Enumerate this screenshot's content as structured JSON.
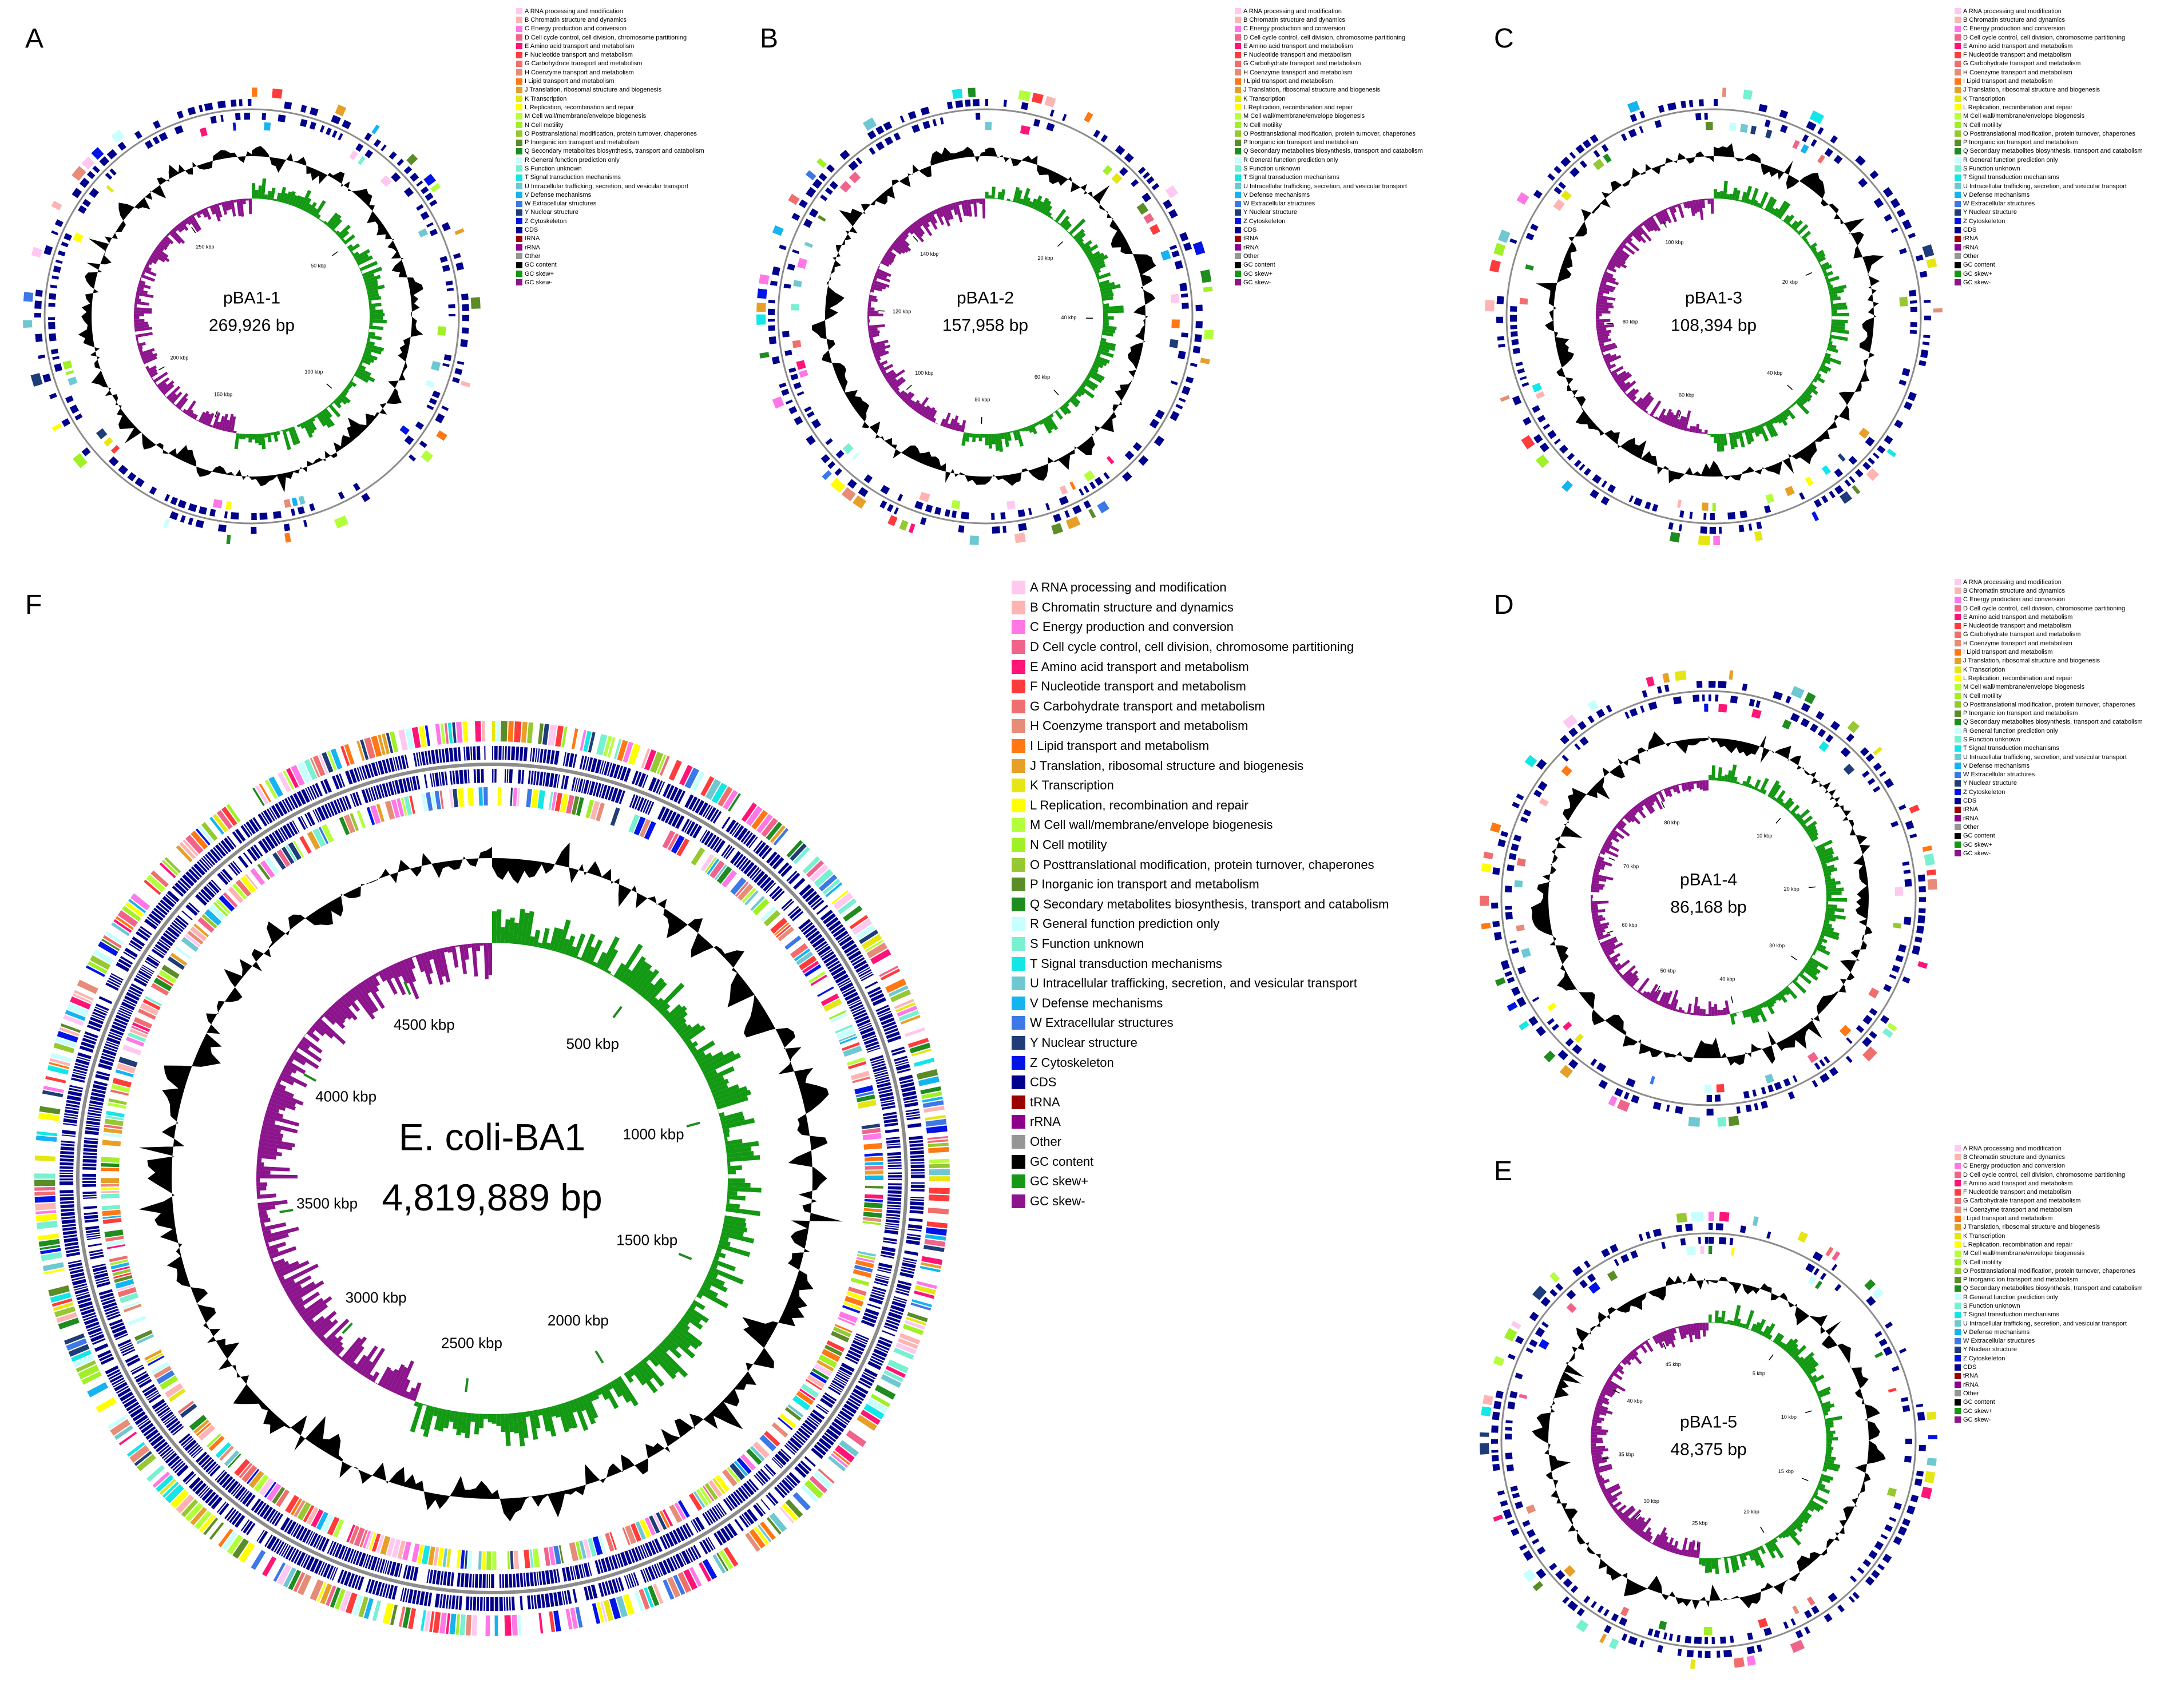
{
  "legend_items": [
    {
      "label": "A RNA processing and modification",
      "color": "#ffc8f0"
    },
    {
      "label": "B Chromatin structure and dynamics",
      "color": "#ffb4b4"
    },
    {
      "label": "C Energy production and conversion",
      "color": "#ff78e6"
    },
    {
      "label": "D Cell cycle control, cell division, chromosome partitioning",
      "color": "#f0648c"
    },
    {
      "label": "E Amino acid transport and metabolism",
      "color": "#ff1478"
    },
    {
      "label": "F Nucleotide transport and metabolism",
      "color": "#ff3c3c"
    },
    {
      "label": "G Carbohydrate transport and metabolism",
      "color": "#f06e6e"
    },
    {
      "label": "H Coenzyme transport and metabolism",
      "color": "#e68c78"
    },
    {
      "label": "I Lipid transport and metabolism",
      "color": "#ff7814"
    },
    {
      "label": "J Translation, ribosomal structure and biogenesis",
      "color": "#e6a028"
    },
    {
      "label": "K Transcription",
      "color": "#e6e614"
    },
    {
      "label": "L Replication, recombination and repair",
      "color": "#ffff00"
    },
    {
      "label": "M Cell wall/membrane/envelope biogenesis",
      "color": "#b4ff3c"
    },
    {
      "label": "N Cell motility",
      "color": "#a0f028"
    },
    {
      "label": "O Posttranslational modification, protein turnover, chaperones",
      "color": "#96c832"
    },
    {
      "label": "P Inorganic ion transport and metabolism",
      "color": "#5a8c28"
    },
    {
      "label": "Q Secondary metabolites biosynthesis, transport and catabolism",
      "color": "#1e8c1e"
    },
    {
      "label": "R General function prediction only",
      "color": "#c8ffff"
    },
    {
      "label": "S Function unknown",
      "color": "#78f0d2"
    },
    {
      "label": "T Signal transduction mechanisms",
      "color": "#14e6e6"
    },
    {
      "label": "U Intracellular trafficking, secretion, and vesicular transport",
      "color": "#6ec8d2"
    },
    {
      "label": "V Defense mechanisms",
      "color": "#14b4f0"
    },
    {
      "label": "W Extracellular structures",
      "color": "#3c78e6"
    },
    {
      "label": "Y Nuclear structure",
      "color": "#1e3c78"
    },
    {
      "label": "Z Cytoskeleton",
      "color": "#0014e6"
    },
    {
      "label": "CDS",
      "color": "#00008c"
    },
    {
      "label": "tRNA",
      "color": "#9b0000"
    },
    {
      "label": "rRNA",
      "color": "#8c008c"
    },
    {
      "label": "Other",
      "color": "#969696"
    },
    {
      "label": "GC content",
      "color": "#000000"
    },
    {
      "label": "GC skew+",
      "color": "#139913"
    },
    {
      "label": "GC skew-",
      "color": "#8c148c"
    }
  ],
  "panels": [
    {
      "letter": "A",
      "name": "pBA1-1",
      "size": "269,926 bp",
      "ticks": [
        "250 kbp",
        "50 kbp",
        "200 kbp",
        "100 kbp",
        "150 kbp"
      ],
      "tick_degrees": [
        326,
        53,
        240,
        132,
        200
      ],
      "seed": 11
    },
    {
      "letter": "B",
      "name": "pBA1-2",
      "size": "157,958 bp",
      "ticks": [
        "140 kbp",
        "20 kbp",
        "120 kbp",
        "40 kbp",
        "100 kbp",
        "60 kbp",
        "80 kbp"
      ],
      "tick_degrees": [
        318,
        46,
        273,
        91,
        227,
        137,
        182
      ],
      "seed": 23
    },
    {
      "letter": "C",
      "name": "pBA1-3",
      "size": "108,394 bp",
      "ticks": [
        "100 kbp",
        "20 kbp",
        "80 kbp",
        "40 kbp",
        "60 kbp"
      ],
      "tick_degrees": [
        332,
        66,
        266,
        133,
        199
      ],
      "seed": 37
    },
    {
      "letter": "D",
      "name": "pBA1-4",
      "size": "86,168 bp",
      "ticks": [
        "80 kbp",
        "10 kbp",
        "70 kbp",
        "20 kbp",
        "60 kbp",
        "30 kbp",
        "50 kbp",
        "40 kbp"
      ],
      "tick_degrees": [
        334,
        42,
        292,
        84,
        251,
        125,
        209,
        167
      ],
      "seed": 41
    },
    {
      "letter": "E",
      "name": "pBA1-5",
      "size": "48,375 bp",
      "ticks": [
        "45 kbp",
        "5 kbp",
        "40 kbp",
        "10 kbp",
        "35 kbp",
        "15 kbp",
        "30 kbp",
        "20 kbp",
        "25 kbp"
      ],
      "tick_degrees": [
        335,
        37,
        298,
        74,
        260,
        112,
        223,
        149,
        186
      ],
      "seed": 53
    },
    {
      "letter": "F",
      "name": "E. coli-BA1",
      "size": "4,819,889 bp",
      "ticks": [
        "4500 kbp",
        "500 kbp",
        "4000 kbp",
        "1000 kbp",
        "3500 kbp",
        "1500 kbp",
        "3000 kbp",
        "2000 kbp",
        "2500 kbp"
      ],
      "tick_degrees": [
        336,
        37,
        299,
        75,
        261,
        112,
        224,
        149,
        187
      ],
      "seed": 71
    }
  ]
}
